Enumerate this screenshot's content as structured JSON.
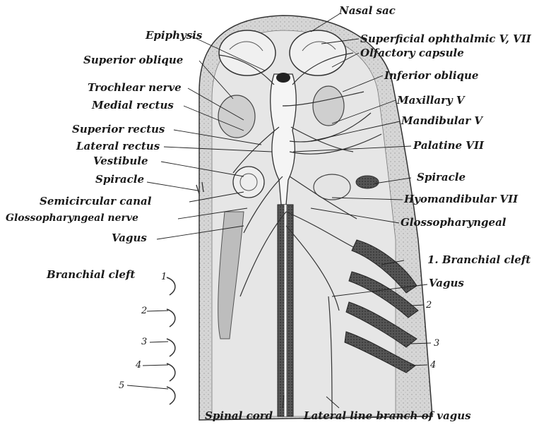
{
  "labels": {
    "nasal_sac": "Nasal sac",
    "epiphysis": "Epiphysis",
    "superficial_ophthalmic": "Superficial ophthalmic V, VII",
    "olfactory_capsule": "Olfactory capsule",
    "superior_oblique": "Superior oblique",
    "inferior_oblique": "Inferior oblique",
    "trochlear_nerve": "Trochlear nerve",
    "maxillary": "Maxillary V",
    "medial_rectus": "Medial rectus",
    "mandibular": "Mandibular V",
    "superior_rectus": "Superior rectus",
    "palatine": "Palatine VII",
    "lateral_rectus": "Lateral rectus",
    "vestibule": "Vestibule",
    "spiracle_left": "Spiracle",
    "spiracle_right": "Spiracle",
    "semicircular_canal": "Semicircular canal",
    "hyomandibular": "Hyomandibular VII",
    "glossopharyngeal_nerve": "Glossopharyngeal nerve",
    "glossopharyngeal": "Glossopharyngeal",
    "vagus_left": "Vagus",
    "branchial_cleft_right": "1. Branchial cleft",
    "vagus_right": "Vagus",
    "branchial_cleft_left": "Branchial cleft",
    "spinal_cord": "Spinal cord",
    "lateral_line": "Lateral line branch of vagus"
  },
  "left_numbers": [
    "1",
    "2",
    "3",
    "4",
    "5"
  ],
  "right_numbers": [
    "2",
    "3",
    "4"
  ]
}
